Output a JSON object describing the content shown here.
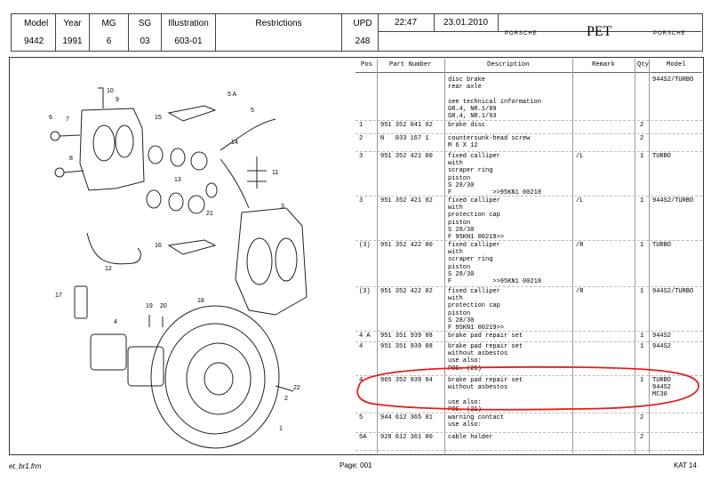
{
  "header": {
    "labels": {
      "model": "Model",
      "year": "Year",
      "mg": "MG",
      "sg": "SG",
      "illustration": "Illustration",
      "restrictions": "Restrictions",
      "upd": "UPD"
    },
    "values": {
      "model": "9442",
      "year": "1991",
      "mg": "6",
      "sg": "03",
      "illustration": "603-01",
      "restrictions": "",
      "upd": "248"
    },
    "time": "22:47",
    "date": "23.01.2010",
    "brand_left": "PORSCHE",
    "brand_center": "PET",
    "brand_right": "PORSCHE"
  },
  "table": {
    "headers": {
      "pos": "Pos",
      "part": "Part Number",
      "desc": "Description",
      "remark": "Remark",
      "qty": "Qty",
      "model": "Model"
    },
    "rows": [
      {
        "pos": "",
        "part": "",
        "desc": "disc brake\nrear axle\n\nsee technical information\nGR.4, NR.1/89\nGR.4, NR.1/93",
        "remark": "",
        "qty": "",
        "model": "944S2/TURBO"
      },
      {
        "pos": "1",
        "part": "951 352 041 02",
        "desc": "brake disc",
        "remark": "",
        "qty": "2",
        "model": ""
      },
      {
        "pos": "2",
        "part": "N   033 167 1",
        "desc": "countersunk-head screw\nM 6 X 12",
        "remark": "",
        "qty": "2",
        "model": ""
      },
      {
        "pos": "3",
        "part": "951 352 421 00",
        "desc": "fixed calliper\nwith\nscraper ring\npiston\nS 28/30\nF           >>95KN1 00218",
        "remark": "/L",
        "qty": "1",
        "model": "TURBO"
      },
      {
        "pos": "3",
        "part": "951 352 421 02",
        "desc": "fixed calliper\nwith\nprotection cap\npiston\nS 28/30\nF 95KN1 00219>>",
        "remark": "/L",
        "qty": "1",
        "model": "944S2/TURBO"
      },
      {
        "pos": "(3)",
        "part": "951 352 422 00",
        "desc": "fixed calliper\nwith\nscraper ring\npiston\nS 28/30\nF           >>95KN1 00218",
        "remark": "/R",
        "qty": "1",
        "model": "TURBO"
      },
      {
        "pos": "(3)",
        "part": "951 352 422 02",
        "desc": "fixed calliper\nwith\nprotection cap\npiston\nS 28/30\nF 95KN1 00219>>",
        "remark": "/R",
        "qty": "1",
        "model": "944S2/TURBO"
      },
      {
        "pos": "4 A",
        "part": "951 351 939 08",
        "desc": "brake pad repair set",
        "remark": "",
        "qty": "1",
        "model": "944S2"
      },
      {
        "pos": "4",
        "part": "951 351 939 08",
        "desc": "brake pad repair set\nwithout asbestos\nuse also:\nPOS. (21)",
        "remark": "",
        "qty": "1",
        "model": "944S2"
      },
      {
        "pos": "4",
        "part": "965 352 939 04",
        "desc": "brake pad repair set\nwithout asbestos\n\nuse also:\nPOS. (21)",
        "remark": "",
        "qty": "1",
        "model": "TURBO\n944S2\nMC30"
      },
      {
        "pos": "5",
        "part": "944 612 365 01",
        "desc": "warning contact\nuse also:",
        "remark": "",
        "qty": "2",
        "model": ""
      },
      {
        "pos": "5A",
        "part": "928 612 361 00",
        "desc": "cable holder",
        "remark": "",
        "qty": "2",
        "model": ""
      }
    ]
  },
  "illustration_labels": [
    "10",
    "9",
    "6",
    "7",
    "8",
    "15",
    "5 A",
    "5",
    "14",
    "11",
    "13",
    "12",
    "16",
    "21",
    "3",
    "17",
    "19",
    "20",
    "18",
    "4",
    "22",
    "1",
    "2"
  ],
  "footer": {
    "left": "et_br1.frm",
    "center": "Page: 001",
    "right": "KAT 14"
  },
  "colors": {
    "highlight": "#e0201e",
    "line": "#444444"
  }
}
